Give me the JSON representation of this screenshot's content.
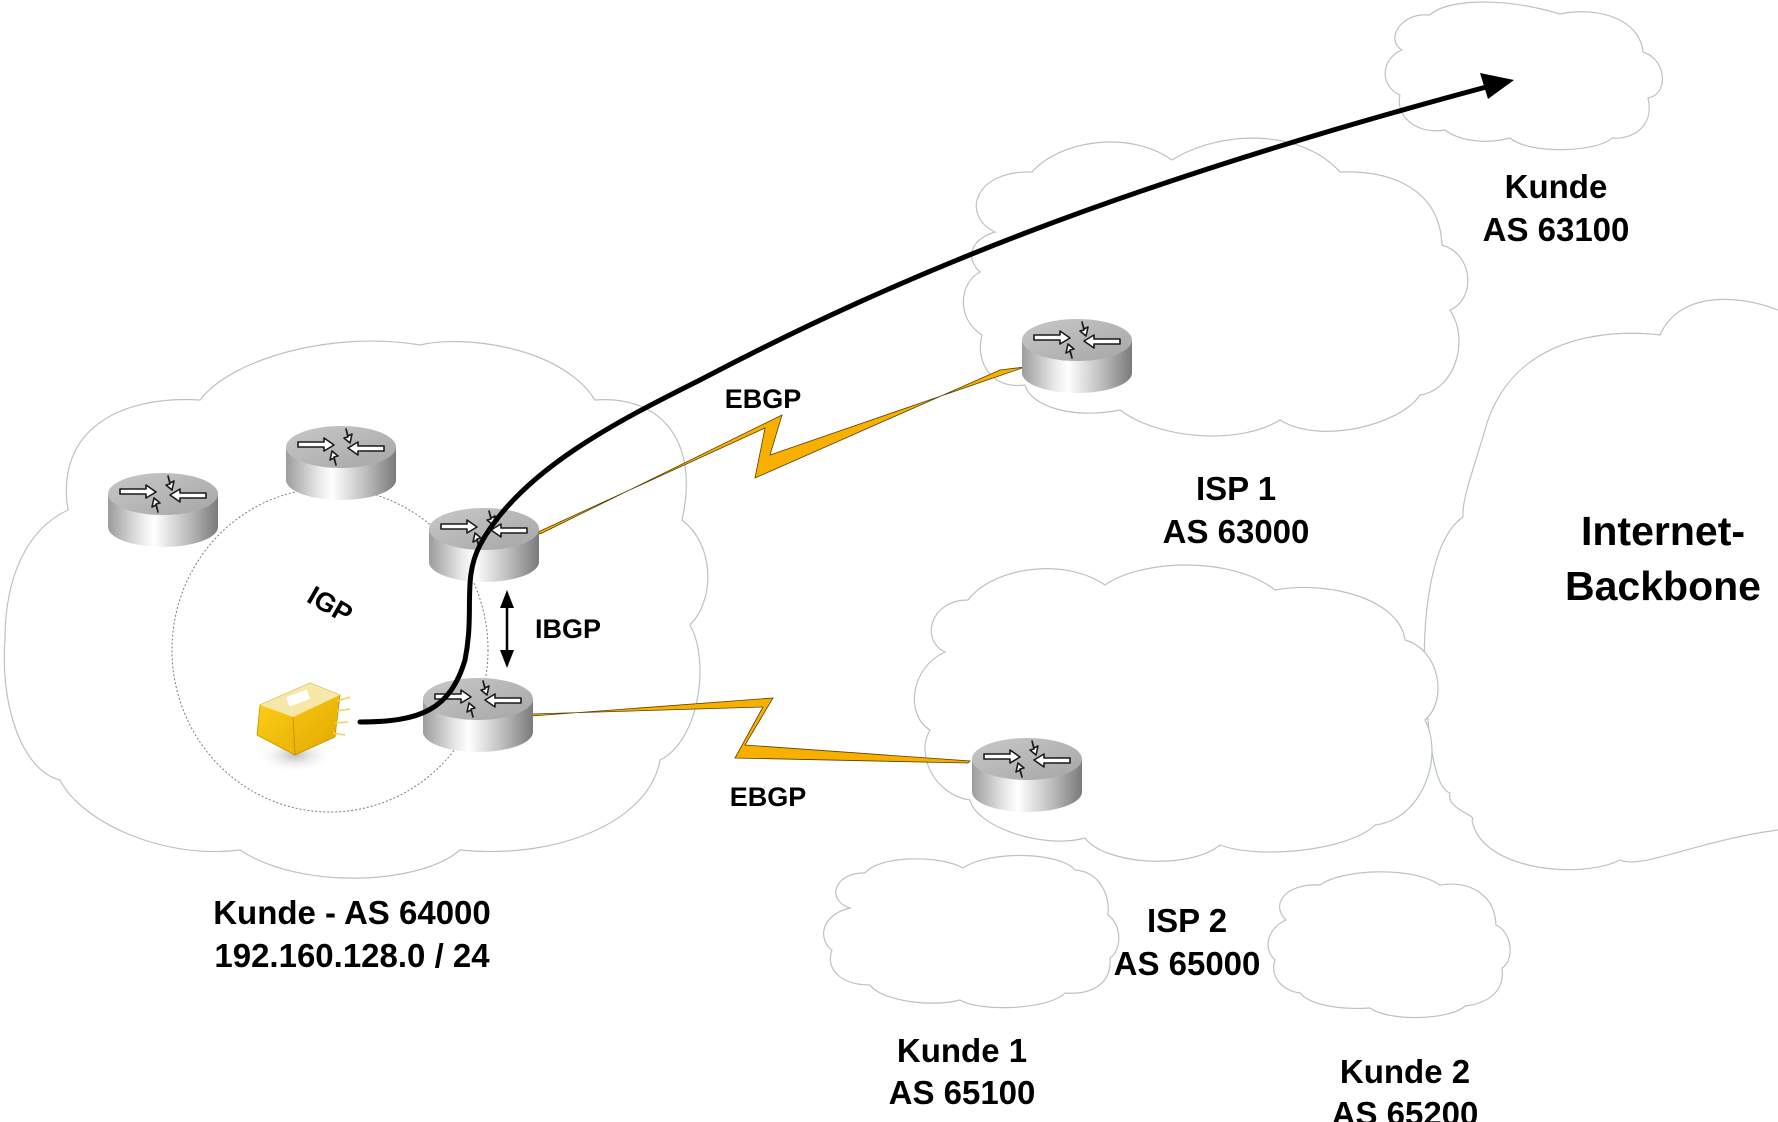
{
  "diagram": {
    "title": "BGP Multihoming – Kunde AS 64000",
    "colors": {
      "background": "#ffffff",
      "cloud_outline": "#b9c3c7",
      "serial_link": "#f7b000",
      "path_arrow": "#000000",
      "router_body": "#b0b0b0",
      "packet": "#f2c200"
    },
    "areas": [
      {
        "id": "kunde-as64000",
        "line1": "Kunde - AS 64000",
        "line2": "192.160.128.0 / 24"
      },
      {
        "id": "isp1",
        "line1": "ISP 1",
        "line2": "AS 63000"
      },
      {
        "id": "isp2",
        "line1": "ISP 2",
        "line2": "AS 65000"
      },
      {
        "id": "kunde-as63100",
        "line1": "Kunde",
        "line2": "AS 63100"
      },
      {
        "id": "internet-backbone",
        "line1": "Internet-",
        "line2": "Backbone"
      },
      {
        "id": "kunde1",
        "line1": "Kunde 1",
        "line2": "AS 65100"
      },
      {
        "id": "kunde2",
        "line1": "Kunde 2",
        "line2": "AS 65200"
      }
    ],
    "protocols": {
      "igp": "IGP",
      "ibgp": "IBGP",
      "ebgp_isp1": "EBGP",
      "ebgp_isp2": "EBGP"
    },
    "nodes": [
      {
        "id": "r-internal-1",
        "type": "router-icon",
        "area": "kunde-as64000"
      },
      {
        "id": "r-internal-2",
        "type": "router-icon",
        "area": "kunde-as64000"
      },
      {
        "id": "r-border-1",
        "type": "router-icon",
        "area": "kunde-as64000"
      },
      {
        "id": "r-border-2",
        "type": "router-icon",
        "area": "kunde-as64000"
      },
      {
        "id": "r-isp1",
        "type": "router-icon",
        "area": "isp1"
      },
      {
        "id": "r-isp2",
        "type": "router-icon",
        "area": "isp2"
      },
      {
        "id": "packet",
        "type": "packet-icon",
        "area": "kunde-as64000"
      }
    ],
    "links": [
      {
        "from": "r-border-1",
        "to": "r-isp1",
        "type": "serial",
        "label_ref": "ebgp_isp1"
      },
      {
        "from": "r-border-2",
        "to": "r-isp2",
        "type": "serial",
        "label_ref": "ebgp_isp2"
      },
      {
        "from": "r-border-1",
        "to": "r-border-2",
        "type": "bidirectional-arrow",
        "label_ref": "ibgp"
      },
      {
        "from": "packet",
        "to": "kunde-as63100",
        "type": "path-arrow"
      }
    ]
  }
}
